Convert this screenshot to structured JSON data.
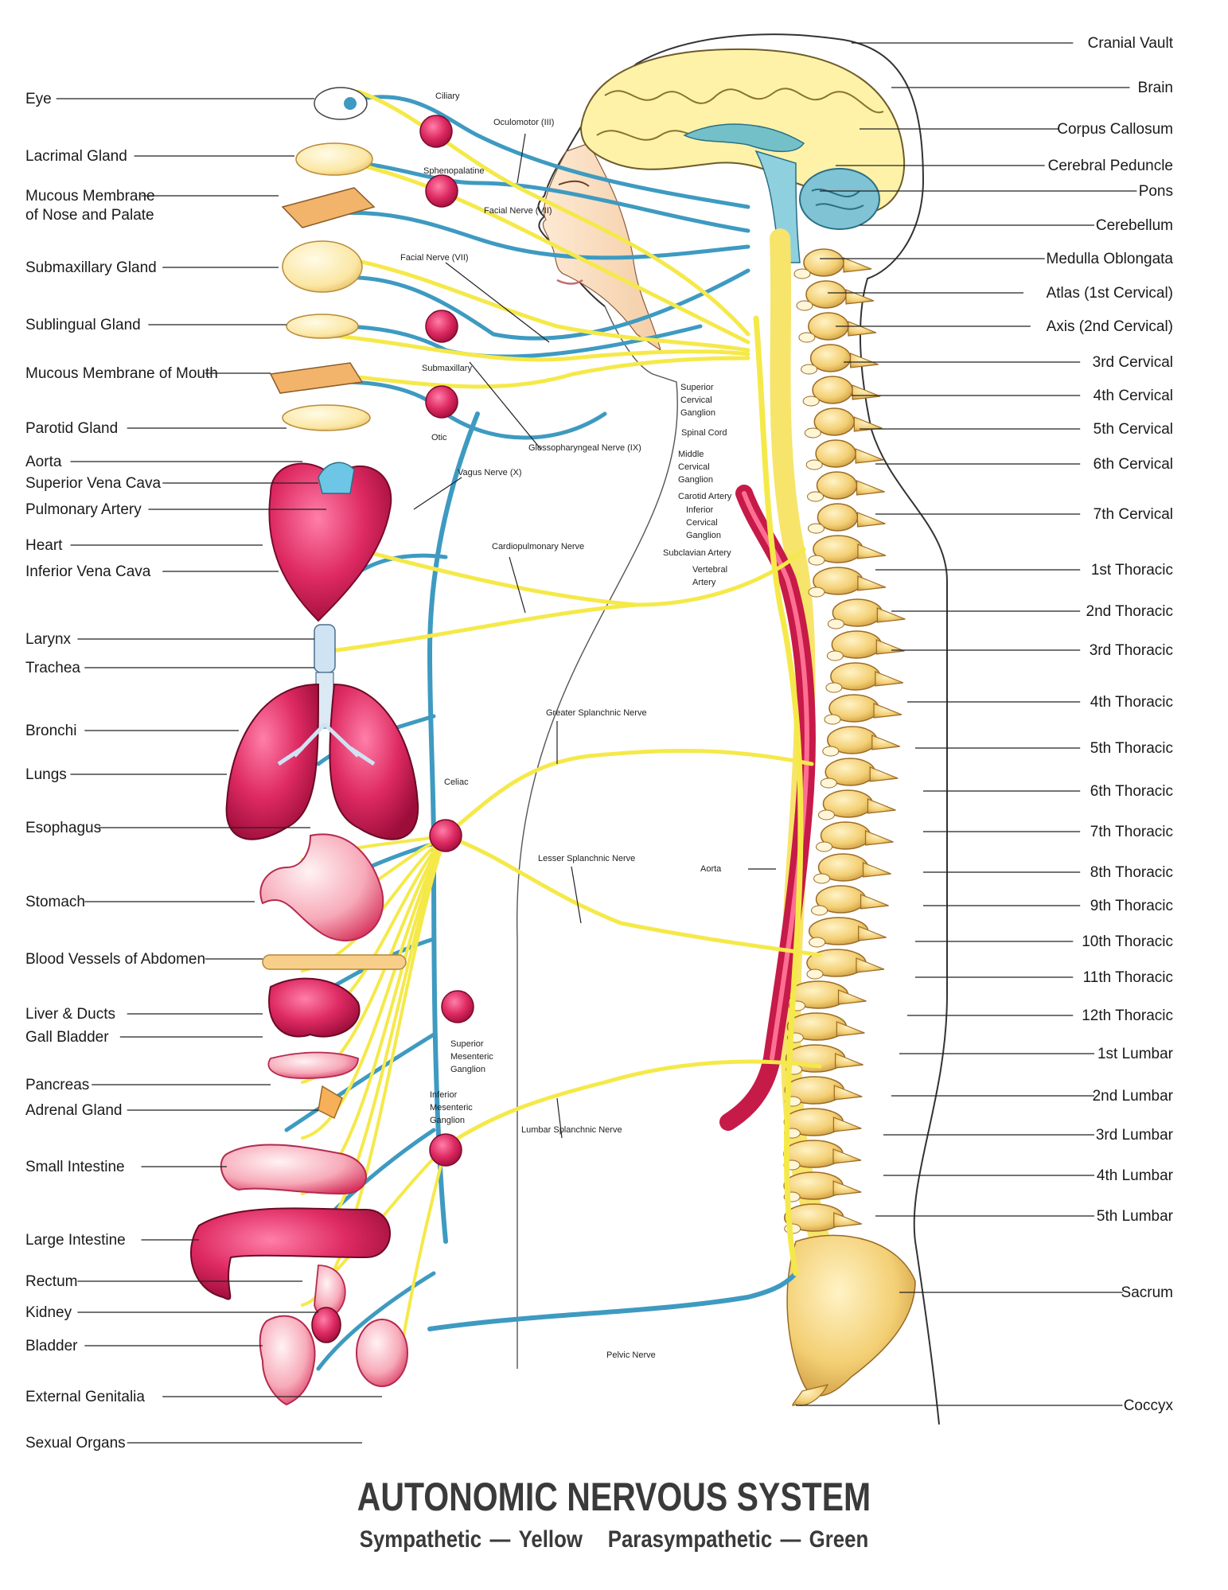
{
  "title": "AUTONOMIC NERVOUS SYSTEM",
  "subtitle": {
    "sympathetic": "Sympathetic",
    "dash1": "—",
    "yellow": "Yellow",
    "parasympathetic": "Parasympathetic",
    "dash2": "—",
    "green": "Green"
  },
  "colors": {
    "sympathetic": "#f5e94a",
    "parasympathetic": "#3e9ac1",
    "organ_red": "#d81e53",
    "spine": "#f1c86a",
    "skin": "#f9e2c8"
  },
  "left_labels": [
    "Eye",
    "Lacrimal Gland",
    "Mucous Membrane",
    "of Nose and Palate",
    "Submaxillary Gland",
    "Sublingual Gland",
    "Mucous Membrane of Mouth",
    "Parotid Gland",
    "Aorta",
    "Superior Vena Cava",
    "Pulmonary Artery",
    "Heart",
    "Inferior Vena Cava",
    "Larynx",
    "Trachea",
    "Bronchi",
    "Lungs",
    "Esophagus",
    "Stomach",
    "Blood Vessels of Abdomen",
    "Liver & Ducts",
    "Gall Bladder",
    "Pancreas",
    "Adrenal Gland",
    "Small Intestine",
    "Large Intestine",
    "Rectum",
    "Kidney",
    "Bladder",
    "External Genitalia",
    "Sexual Organs"
  ],
  "right_labels": [
    "Cranial Vault",
    "Brain",
    "Corpus Callosum",
    "Cerebral Peduncle",
    "Pons",
    "Cerebellum",
    "Medulla Oblongata",
    "Atlas (1st Cervical)",
    "Axis (2nd Cervical)",
    "3rd Cervical",
    "4th Cervical",
    "5th Cervical",
    "6th Cervical",
    "7th Cervical",
    "1st Thoracic",
    "2nd Thoracic",
    "3rd Thoracic",
    "4th Thoracic",
    "5th Thoracic",
    "6th Thoracic",
    "7th Thoracic",
    "8th Thoracic",
    "9th Thoracic",
    "10th Thoracic",
    "11th Thoracic",
    "12th Thoracic",
    "1st Lumbar",
    "2nd Lumbar",
    "3rd Lumbar",
    "4th Lumbar",
    "5th Lumbar",
    "Sacrum",
    "Coccyx"
  ],
  "inner_labels": [
    "Ciliary",
    "Oculomotor (III)",
    "Sphenopalatine",
    "Facial Nerve (VII)",
    "Facial Nerve (VII)",
    "Submaxillary",
    "Otic",
    "Glossopharyngeal Nerve (IX)",
    "Vagus Nerve (X)",
    "Superior",
    "Cervical",
    "Ganglion",
    "Spinal Cord",
    "Middle",
    "Cervical",
    "Ganglion",
    "Carotid Artery",
    "Inferior",
    "Cervical",
    "Ganglion",
    "Subclavian Artery",
    "Vertebral",
    "Artery",
    "Cardiopulmonary Nerve",
    "Greater Splanchnic Nerve",
    "Celiac",
    "Lesser Splanchnic Nerve",
    "Aorta",
    "Superior",
    "Mesenteric",
    "Ganglion",
    "Inferior",
    "Mesenteric",
    "Ganglion",
    "Lumbar Splanchnic Nerve",
    "Pelvic Nerve"
  ]
}
